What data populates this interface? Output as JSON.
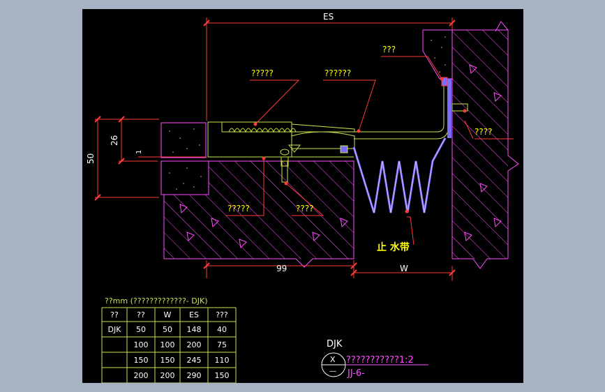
{
  "dimensions": {
    "es": "ES",
    "height_total": "50",
    "height_step": "26",
    "gap": "1",
    "base_width": "99",
    "gap_width": "W"
  },
  "callouts": {
    "top_right": "???",
    "cover_plate": "?????",
    "center_plate": "??????",
    "right_wall": "????",
    "lower_left": "?????",
    "lower_mid": "????",
    "waterstop": "止 水带"
  },
  "table": {
    "title": "??mm (?????????????- DJK)",
    "headers": [
      "??",
      "??",
      "W",
      "ES",
      "???"
    ],
    "rows": [
      [
        "DJK",
        "50",
        "50",
        "148",
        "40"
      ],
      [
        "",
        "100",
        "100",
        "200",
        "75"
      ],
      [
        "",
        "150",
        "150",
        "245",
        "110"
      ],
      [
        "",
        "200",
        "200",
        "290",
        "150"
      ]
    ]
  },
  "titleblock": {
    "code": "DJK",
    "symbol_top": "X",
    "symbol_bottom": "—",
    "title": "???????????1:2",
    "ref": "JJ-6-"
  },
  "colors": {
    "background": "#000000",
    "frame": "#a7b3c2",
    "dimension": "#ff3b3b",
    "dim_text": "#ffffff",
    "concrete": "#ff4dff",
    "profile": "#c8e64b",
    "waterstop": "#7b6bff",
    "label": "#ffff00",
    "table": "#c8e64b"
  }
}
